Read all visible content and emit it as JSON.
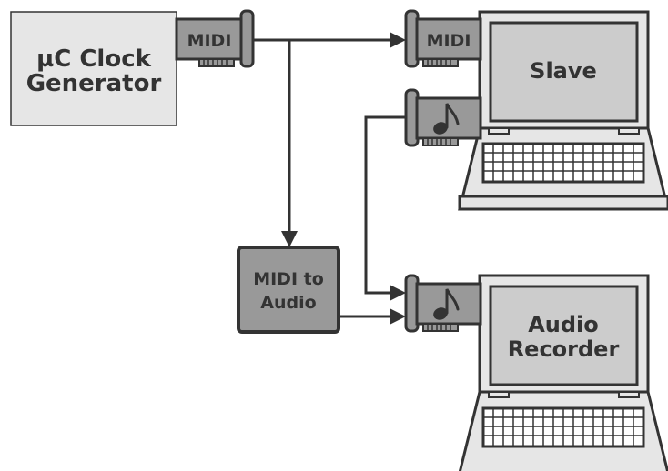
{
  "generator": {
    "line1": "µC Clock",
    "line2": "Generator"
  },
  "converter": {
    "line1": "MIDI to",
    "line2": "Audio"
  },
  "midi_out_label": "MIDI",
  "midi_in_label": "MIDI",
  "slave_label": "Slave",
  "recorder": {
    "line1": "Audio",
    "line2": "Recorder"
  },
  "icons": {
    "audio_card": "music-note-icon",
    "arrow": "arrowhead"
  },
  "colors": {
    "stroke": "#333333",
    "card": "#999999",
    "screen": "#cccccc",
    "box": "#e6e6e6",
    "text": "#333333"
  }
}
